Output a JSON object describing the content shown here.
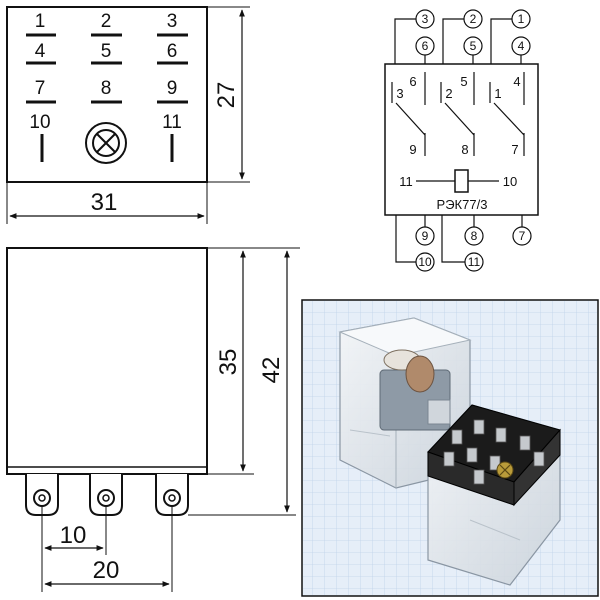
{
  "top_view": {
    "pin_labels": {
      "p1": "1",
      "p2": "2",
      "p3": "3",
      "p4": "4",
      "p5": "5",
      "p6": "6",
      "p7": "7",
      "p8": "8",
      "p9": "9",
      "p10": "10",
      "p11": "11"
    },
    "dim_height": "27",
    "dim_width": "31"
  },
  "side_view": {
    "dim_body_height": "35",
    "dim_total_height": "42",
    "dim_pitch_10": "10",
    "dim_pitch_20": "20"
  },
  "schematic": {
    "top_terminals": [
      "3",
      "2",
      "1",
      "6",
      "5",
      "4"
    ],
    "contact_labels": {
      "c6": "6",
      "c5": "5",
      "c4": "4",
      "c3": "3",
      "c2": "2",
      "c1": "1",
      "c9": "9",
      "c8": "8",
      "c7": "7",
      "coil_left": "11",
      "coil_right": "10"
    },
    "model": "РЭК77/3",
    "bottom_terminals": [
      "9",
      "8",
      "7",
      "10",
      "11"
    ]
  },
  "photo": {
    "subject": "relay-photo",
    "grid_color": "#b9cde6",
    "background_color": "#e6eef8"
  }
}
